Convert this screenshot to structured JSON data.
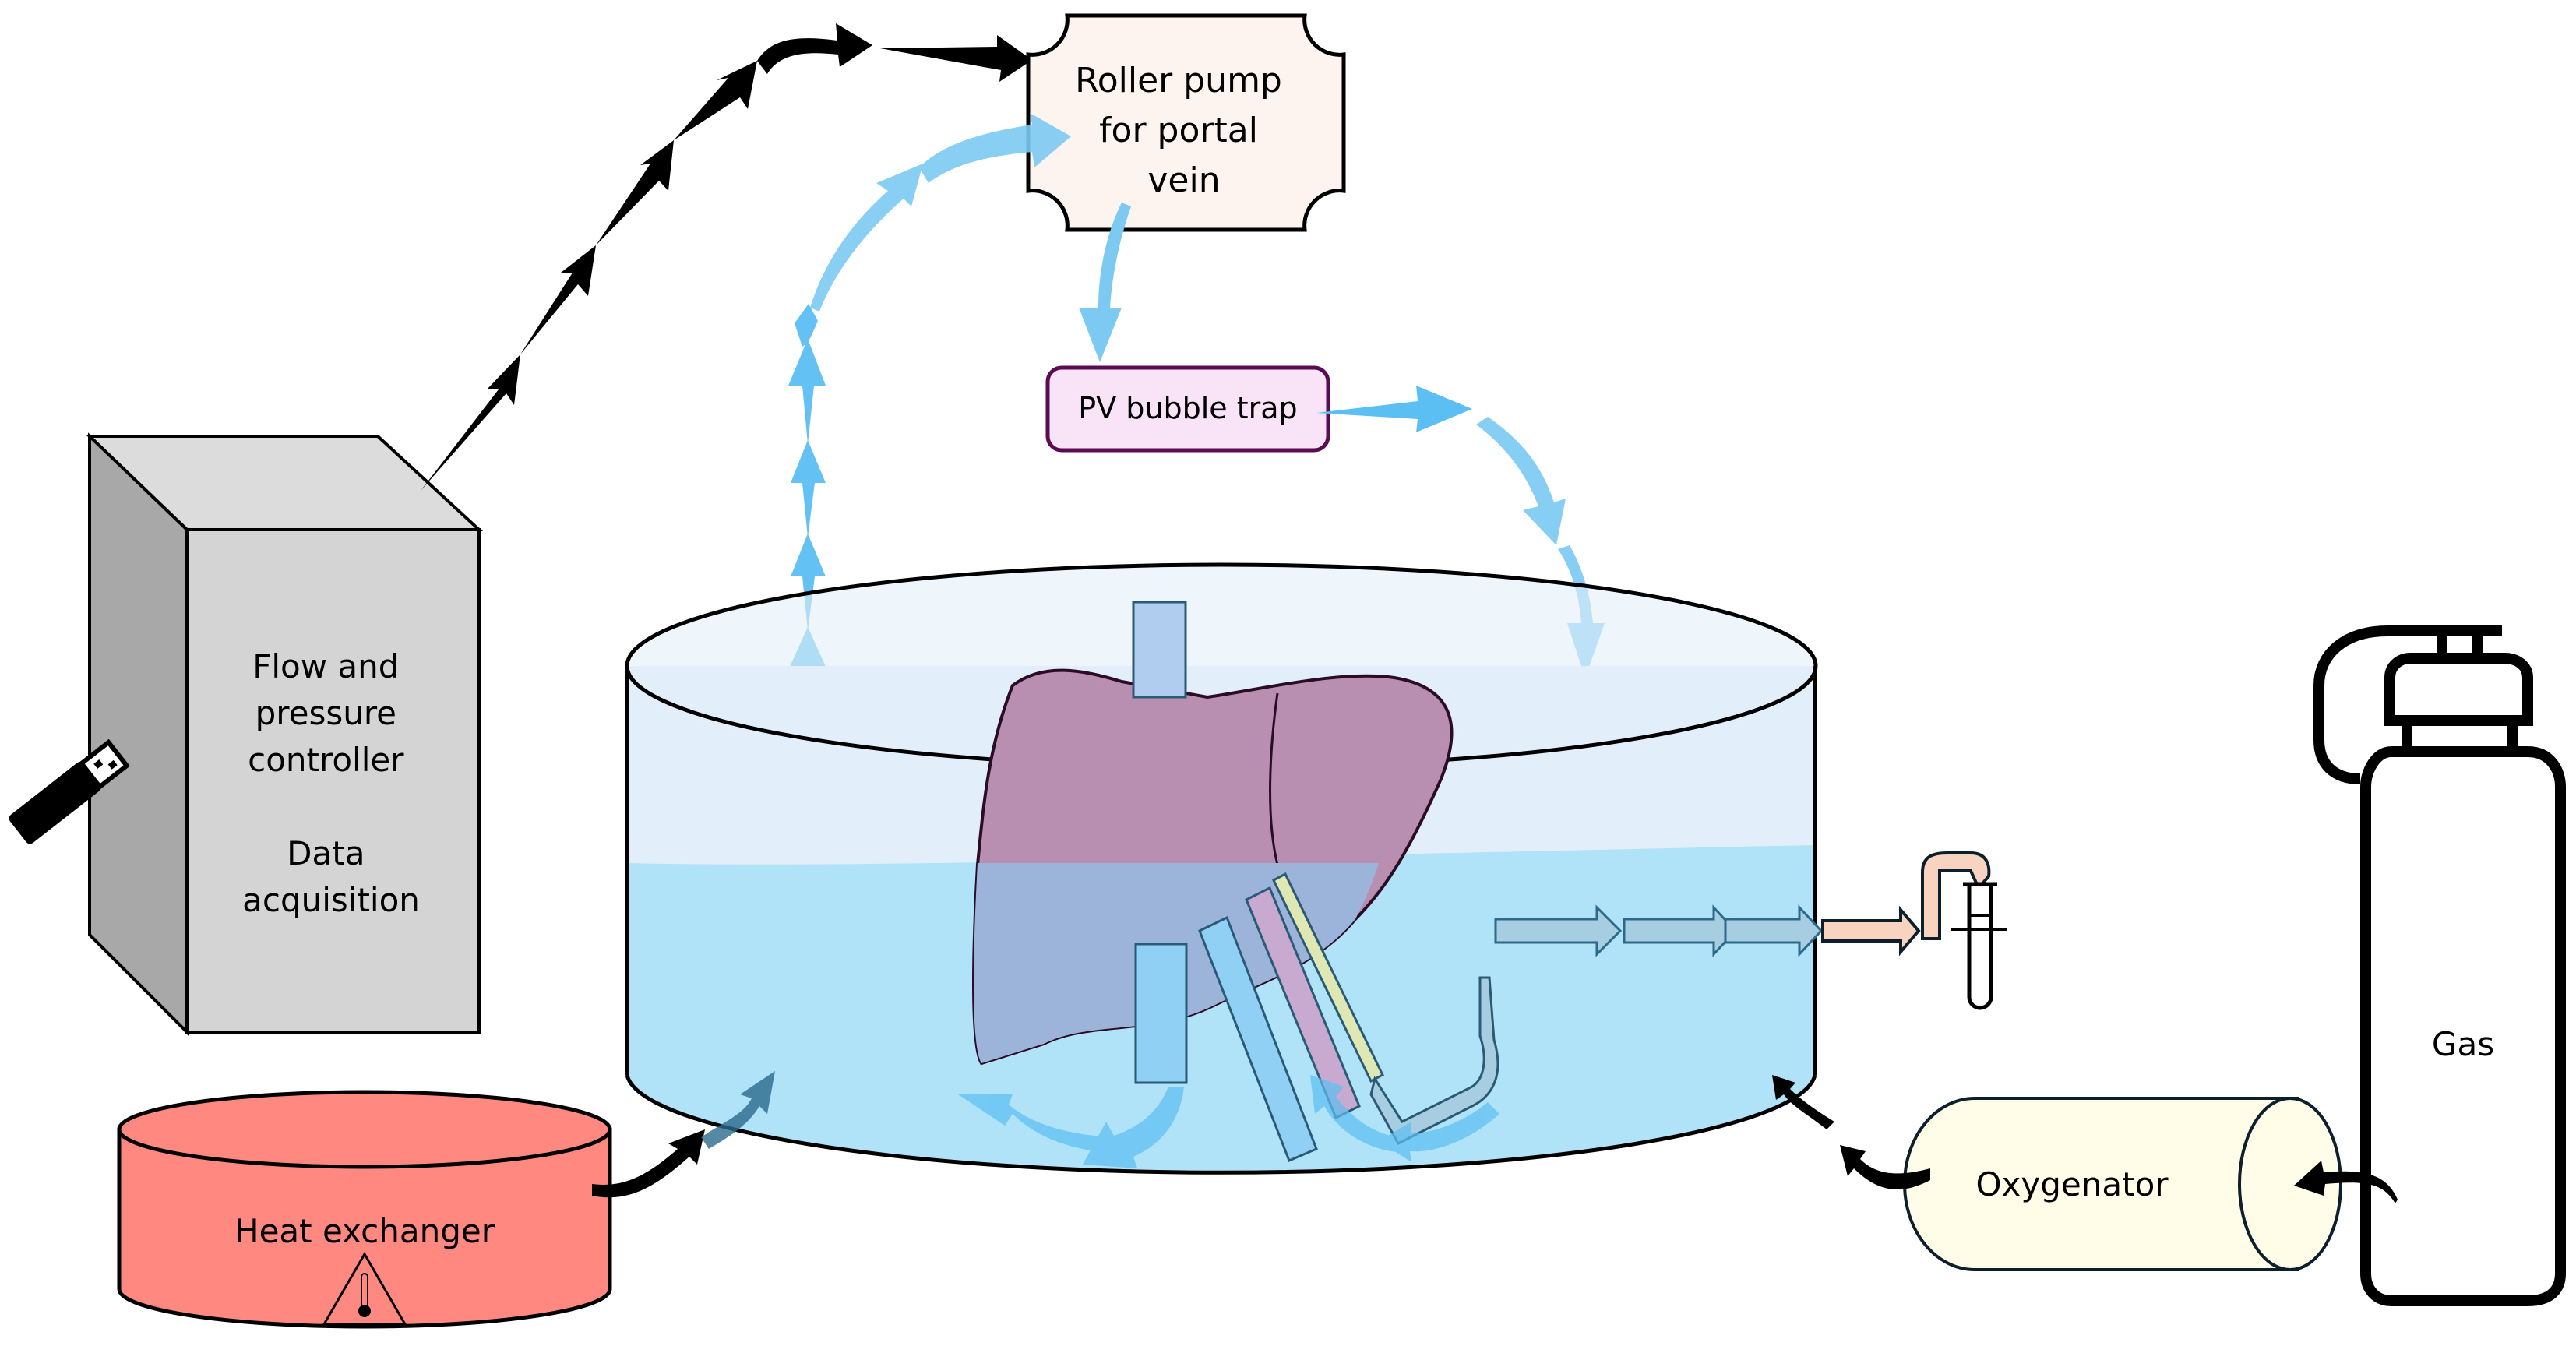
{
  "diagram": {
    "title": "Liver perfusion setup",
    "components": {
      "controller": {
        "line1": "Flow and",
        "line2": "pressure",
        "line3": "controller",
        "line4": "Data",
        "line5": "acquisition"
      },
      "roller_pump": {
        "line1": "Roller pump",
        "line2": "for portal",
        "line3": "vein"
      },
      "bubble_trap": {
        "label": "PV bubble trap"
      },
      "heat_exchanger": {
        "label": "Heat exchanger"
      },
      "oxygenator": {
        "label": "Oxygenator"
      },
      "gas": {
        "label": "Gas"
      }
    },
    "icons": [
      "usb-drive-icon",
      "thermometer-warning-icon",
      "test-tube-icon",
      "gas-cylinder-icon"
    ],
    "colors": {
      "controller_front": "#d4d4d4",
      "controller_side": "#a8a8a8",
      "controller_top": "#dcdcdc",
      "pump_fill": "#fdf4f0",
      "bubble_trap_fill": "#f9e4f7",
      "bubble_trap_stroke": "#5b0b52",
      "heat_exchanger_fill": "#ff8880",
      "oxygenator_fill": "#fffde8",
      "tank_air": "#e2eef9",
      "tank_water": "#b0e2f8",
      "liver": "#b98fb1",
      "flow_arrow": "#4fb8ef",
      "signal_arrow": "#000000",
      "outflow_tube": "#f8d4c0"
    }
  }
}
